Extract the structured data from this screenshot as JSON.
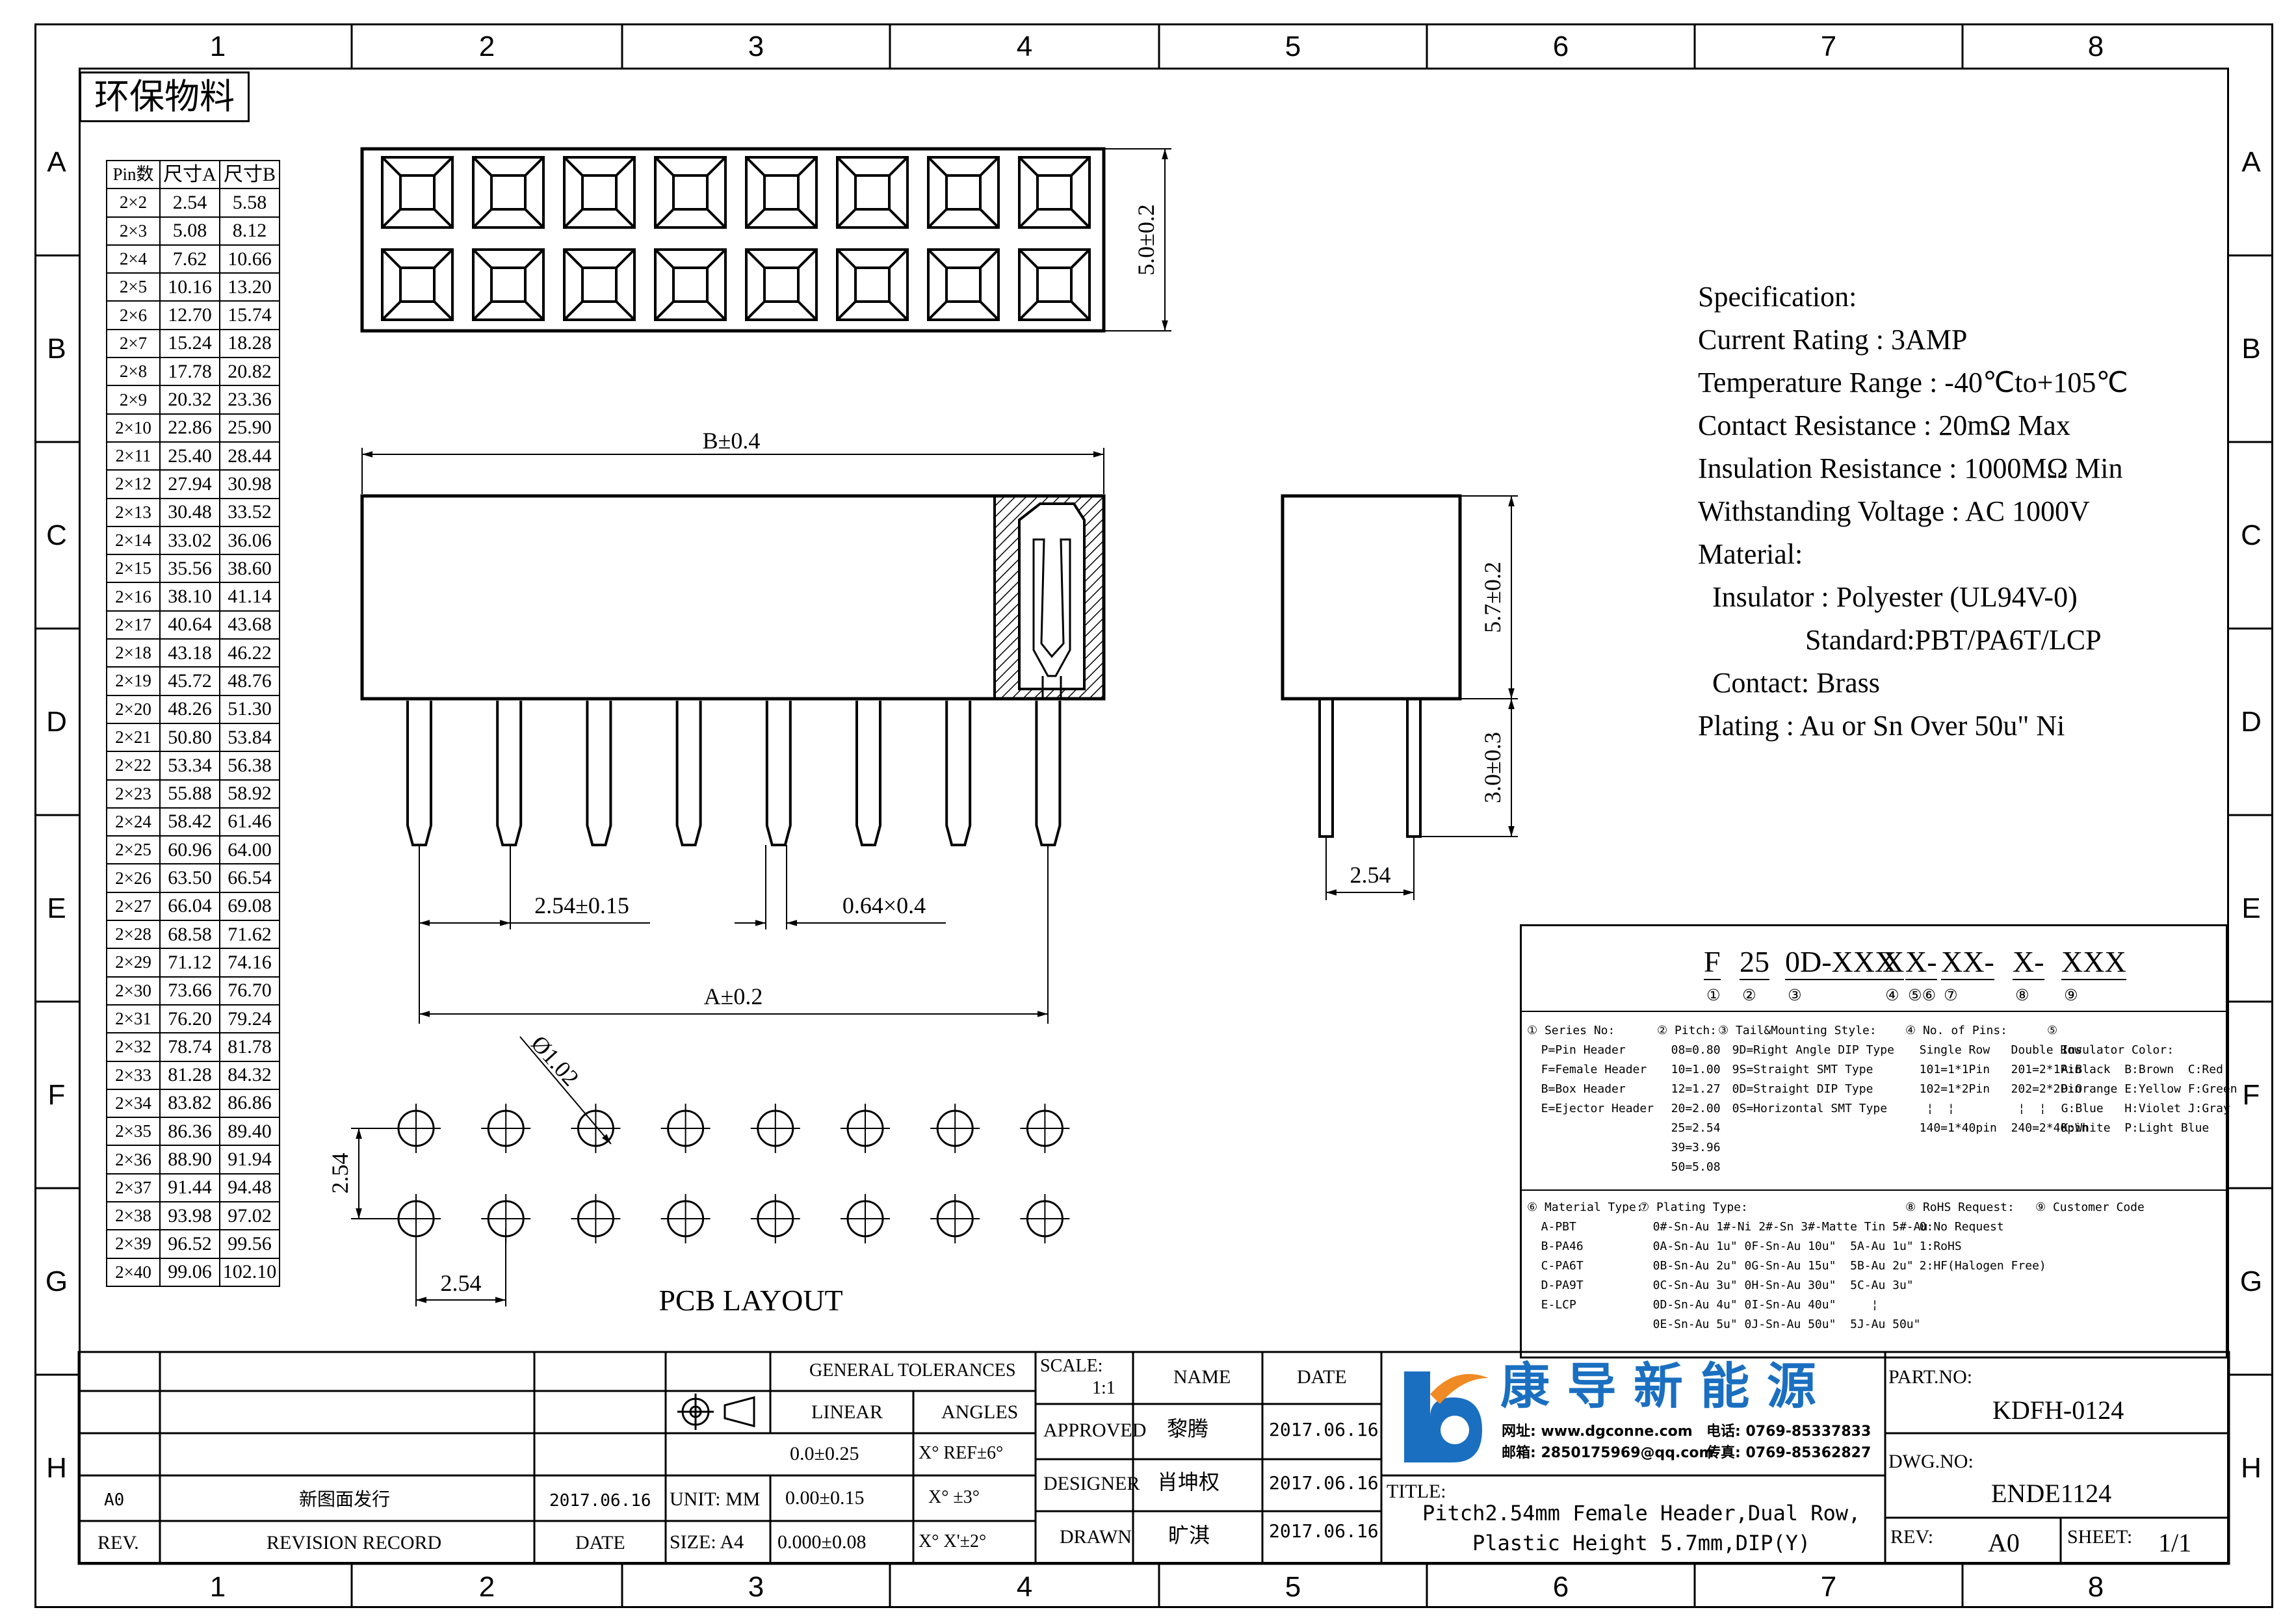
{
  "zones": {
    "columns": [
      "1",
      "2",
      "3",
      "4",
      "5",
      "6",
      "7",
      "8"
    ],
    "rows": [
      "A",
      "B",
      "C",
      "D",
      "E",
      "F",
      "G",
      "H"
    ]
  },
  "stamp": "环保物料",
  "pin_table": {
    "headers": [
      "Pin数",
      "尺寸A",
      "尺寸B"
    ],
    "rows": [
      [
        "2×2",
        "2.54",
        "5.58"
      ],
      [
        "2×3",
        "5.08",
        "8.12"
      ],
      [
        "2×4",
        "7.62",
        "10.66"
      ],
      [
        "2×5",
        "10.16",
        "13.20"
      ],
      [
        "2×6",
        "12.70",
        "15.74"
      ],
      [
        "2×7",
        "15.24",
        "18.28"
      ],
      [
        "2×8",
        "17.78",
        "20.82"
      ],
      [
        "2×9",
        "20.32",
        "23.36"
      ],
      [
        "2×10",
        "22.86",
        "25.90"
      ],
      [
        "2×11",
        "25.40",
        "28.44"
      ],
      [
        "2×12",
        "27.94",
        "30.98"
      ],
      [
        "2×13",
        "30.48",
        "33.52"
      ],
      [
        "2×14",
        "33.02",
        "36.06"
      ],
      [
        "2×15",
        "35.56",
        "38.60"
      ],
      [
        "2×16",
        "38.10",
        "41.14"
      ],
      [
        "2×17",
        "40.64",
        "43.68"
      ],
      [
        "2×18",
        "43.18",
        "46.22"
      ],
      [
        "2×19",
        "45.72",
        "48.76"
      ],
      [
        "2×20",
        "48.26",
        "51.30"
      ],
      [
        "2×21",
        "50.80",
        "53.84"
      ],
      [
        "2×22",
        "53.34",
        "56.38"
      ],
      [
        "2×23",
        "55.88",
        "58.92"
      ],
      [
        "2×24",
        "58.42",
        "61.46"
      ],
      [
        "2×25",
        "60.96",
        "64.00"
      ],
      [
        "2×26",
        "63.50",
        "66.54"
      ],
      [
        "2×27",
        "66.04",
        "69.08"
      ],
      [
        "2×28",
        "68.58",
        "71.62"
      ],
      [
        "2×29",
        "71.12",
        "74.16"
      ],
      [
        "2×30",
        "73.66",
        "76.70"
      ],
      [
        "2×31",
        "76.20",
        "79.24"
      ],
      [
        "2×32",
        "78.74",
        "81.78"
      ],
      [
        "2×33",
        "81.28",
        "84.32"
      ],
      [
        "2×34",
        "83.82",
        "86.86"
      ],
      [
        "2×35",
        "86.36",
        "89.40"
      ],
      [
        "2×36",
        "88.90",
        "91.94"
      ],
      [
        "2×37",
        "91.44",
        "94.48"
      ],
      [
        "2×38",
        "93.98",
        "97.02"
      ],
      [
        "2×39",
        "96.52",
        "99.56"
      ],
      [
        "2×40",
        "99.06",
        "102.10"
      ]
    ]
  },
  "dimensions": {
    "top_height": "5.0±0.2",
    "length_b": "B±0.4",
    "pitch": "2.54±0.15",
    "pin_size": "0.64×0.4",
    "length_a": "A±0.2",
    "side_height": "5.7±0.2",
    "tail_length": "3.0±0.3",
    "side_pitch": "2.54",
    "hole_dia": "Ø1.02",
    "pcb_row_pitch": "2.54",
    "pcb_col_pitch": "2.54"
  },
  "pcb_layout_label": "PCB LAYOUT",
  "specification": [
    "Specification:",
    "Current Rating : 3AMP",
    "Temperature Range : -40℃to+105℃",
    "Contact Resistance : 20mΩ Max",
    "Insulation Resistance : 1000MΩ Min",
    "Withstanding Voltage : AC 1000V",
    "Material:",
    "  Insulator : Polyester (UL94V-0)",
    "               Standard:PBT/PA6T/LCP",
    "  Contact: Brass",
    "Plating : Au or Sn Over 50u\" Ni"
  ],
  "part_code": {
    "segments": [
      "F",
      "25",
      "0D-XXX",
      "X",
      "X-",
      "XX-",
      "X-",
      "XXX"
    ],
    "markers": [
      "①",
      "②",
      "③",
      "④",
      "⑤⑥",
      "⑦",
      "⑧",
      "⑨"
    ]
  },
  "legend": {
    "series": [
      "① Series No:",
      "  P=Pin Header",
      "  F=Female Header",
      "  B=Box Header",
      "  E=Ejector Header"
    ],
    "pitch": [
      "② Pitch:",
      "  08=0.80",
      "  10=1.00",
      "  12=1.27",
      "  20=2.00",
      "  25=2.54",
      "  39=3.96",
      "  50=5.08"
    ],
    "tail": [
      "③ Tail&Mounting Style:",
      "  9D=Right Angle DIP Type",
      "  9S=Straight SMT Type",
      "  0D=Straight DIP Type",
      "  0S=Horizontal SMT Type"
    ],
    "pins": [
      "④ No. of Pins:",
      "  Single Row   Double Row",
      "  101=1*1Pin   201=2*1Pin",
      "  102=1*2Pin   202=2*2Pin",
      "   ¦  ¦         ¦  ¦",
      "  140=1*40pin  240=2*40pin"
    ],
    "color": [
      "⑤",
      "  Insulator Color:",
      "  A:Black  B:Brown  C:Red",
      "  D:Orange E:Yellow F:Green",
      "  G:Blue   H:Violet J:Gray",
      "  K:White  P:Light Blue"
    ],
    "material": [
      "⑥ Material Type:",
      "  A-PBT",
      "  B-PA46",
      "  C-PA6T",
      "  D-PA9T",
      "  E-LCP"
    ],
    "plating": [
      "⑦ Plating Type:",
      "  0#-Sn-Au 1#-Ni 2#-Sn 3#-Matte Tin 5#-Au",
      "  0A-Sn-Au 1u\" 0F-Sn-Au 10u\"  5A-Au 1u\"",
      "  0B-Sn-Au 2u\" 0G-Sn-Au 15u\"  5B-Au 2u\"",
      "  0C-Sn-Au 3u\" 0H-Sn-Au 30u\"  5C-Au 3u\"",
      "  0D-Sn-Au 4u\" 0I-Sn-Au 40u\"     ¦",
      "  0E-Sn-Au 5u\" 0J-Sn-Au 50u\"  5J-Au 50u\""
    ],
    "rohs": [
      "⑧ RoHS Request:",
      "  0:No Request",
      "  1:RoHS",
      "  2:HF(Halogen Free)"
    ],
    "customer": [
      "⑨ Customer Code"
    ]
  },
  "title_block": {
    "rev_value": "A0",
    "revision_record": "新图面发行",
    "rev_date": "2017.06.16",
    "rev_label": "REV.",
    "revision_record_label": "REVISION RECORD",
    "date_label": "DATE",
    "unit": "UNIT: MM",
    "size": "SIZE: A4",
    "general_tolerances": "GENERAL TOLERANCES",
    "linear": "LINEAR",
    "angles": "ANGLES",
    "tol1": "0.0±0.25",
    "tol2": "0.00±0.15",
    "tol3": "0.000±0.08",
    "ang1": "X° REF±6°",
    "ang2": "X° ±3°",
    "ang3": "X° X'±2°",
    "scale_label": "SCALE:",
    "scale_value": "1:1",
    "name_label": "NAME",
    "date_col_label": "DATE",
    "approved": "APPROVED",
    "approved_name": "黎腾",
    "approved_date": "2017.06.16",
    "designer": "DESIGNER",
    "designer_name": "肖坤权",
    "designer_date": "2017.06.16",
    "drawn": "DRAWN",
    "drawn_name": "旷淇",
    "drawn_date": "2017.06.16",
    "company_name": "康 导 新 能 源",
    "company_web": "网址: www.dgconne.com",
    "company_tel": "电话: 0769-85337833",
    "company_mail": "邮箱: 2850175969@qq.com",
    "company_fax": "传真: 0769-85362827",
    "title_label": "TITLE:",
    "title_line1": "Pitch2.54mm Female Header,Dual Row,",
    "title_line2": "Plastic Height 5.7mm,DIP(Y)",
    "part_no_label": "PART.NO:",
    "part_no": "KDFH-0124",
    "dwg_no_label": "DWG.NO:",
    "dwg_no": "ENDE1124",
    "rev2_label": "REV:",
    "rev2_value": "A0",
    "sheet_label": "SHEET:",
    "sheet_value": "1/1"
  },
  "colors": {
    "logo_blue": "#1a6fc0",
    "logo_orange": "#f08a24"
  }
}
